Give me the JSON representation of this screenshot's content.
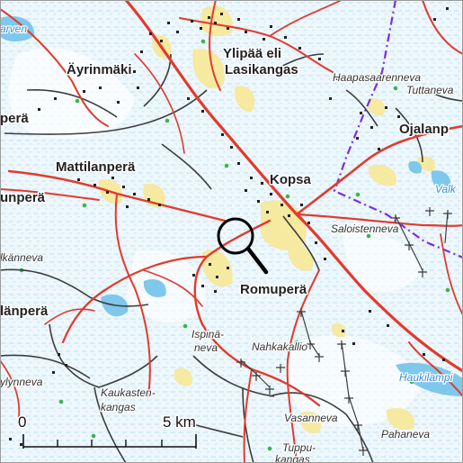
{
  "map": {
    "places": [
      {
        "text": "Äyrinmäki",
        "bold": true
      },
      {
        "text": "Ylipää eli",
        "bold": true
      },
      {
        "text": "Lasikangas",
        "bold": true
      },
      {
        "text": "perä",
        "bold": true
      },
      {
        "text": "Ojalanp",
        "bold": true
      },
      {
        "text": "Mattilanperä",
        "bold": true
      },
      {
        "text": "Kopsa",
        "bold": true
      },
      {
        "text": "unperä",
        "bold": true
      },
      {
        "text": "Romuperä",
        "bold": true
      },
      {
        "text": "länperä",
        "bold": true
      }
    ],
    "mires": [
      "Haapasaarenneva",
      "Tuttaneva",
      "Saloistenneva",
      "lkänneva",
      "Ispinä-",
      "neva",
      "Nahkakallio",
      "ylynneva",
      "Kaukasten-",
      "kangas",
      "Vasanneva",
      "Pahaneva",
      "Tuppu-",
      "kangas"
    ],
    "lakes": [
      "arven",
      "Valk",
      "Haukilampi"
    ],
    "scale_bar": {
      "start_label": "0",
      "end_label": "5 km"
    },
    "marker_icon": "magnifier-icon",
    "colors": {
      "background": "#ffffff",
      "wetland": "#d2ecf7",
      "water": "#7ec8ec",
      "field": "#f6e9a0",
      "road_main": "#e23a2e",
      "road_secondary": "#3d3d3d",
      "buildings": "#222222",
      "boundary": "#7a2ee0"
    }
  }
}
